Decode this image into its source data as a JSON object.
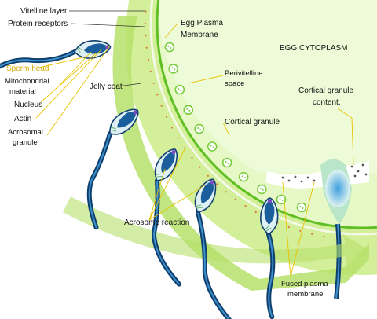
{
  "labels": {
    "vitelline_layer": "Vitelline layer",
    "protein_receptors": "Protein receptors",
    "egg_plasma_membrane_1": "Egg Plasma",
    "egg_plasma_membrane_2": "Membrane",
    "egg_cytoplasm": "EGG CYTOPLASM",
    "sperm_head": "Sperm head",
    "mitochondrial_1": "Mitochondrial",
    "mitochondrial_2": "material",
    "nucleus": "Nucleus",
    "actin": "Actin",
    "acrosomal_1": "Acrosomal",
    "acrosomal_2": "granule",
    "jelly_coat": "Jelly coat",
    "perivitelline_1": "Perivitelline",
    "perivitelline_2": "space",
    "cortical_granule": "Cortical granule",
    "cortical_content_1": "Cortical granule",
    "cortical_content_2": "content.",
    "acrosome_reaction": "Acrosome reaction",
    "fused_1": "Fused plasma",
    "fused_2": "membrane"
  },
  "colors": {
    "jelly_outer": "#d4ef9a",
    "jelly_band": "#b6e06a",
    "cytoplasm": "#e6f8c6",
    "membrane": "#5fbf22",
    "sperm_blue": "#1b5e9c",
    "sperm_dark": "#0f3f6e",
    "sperm_light": "#dff0f4",
    "granule_green": "#7acd3c",
    "leader_yellow": "#e8c200",
    "sperm_head_label": "#d6a800"
  }
}
